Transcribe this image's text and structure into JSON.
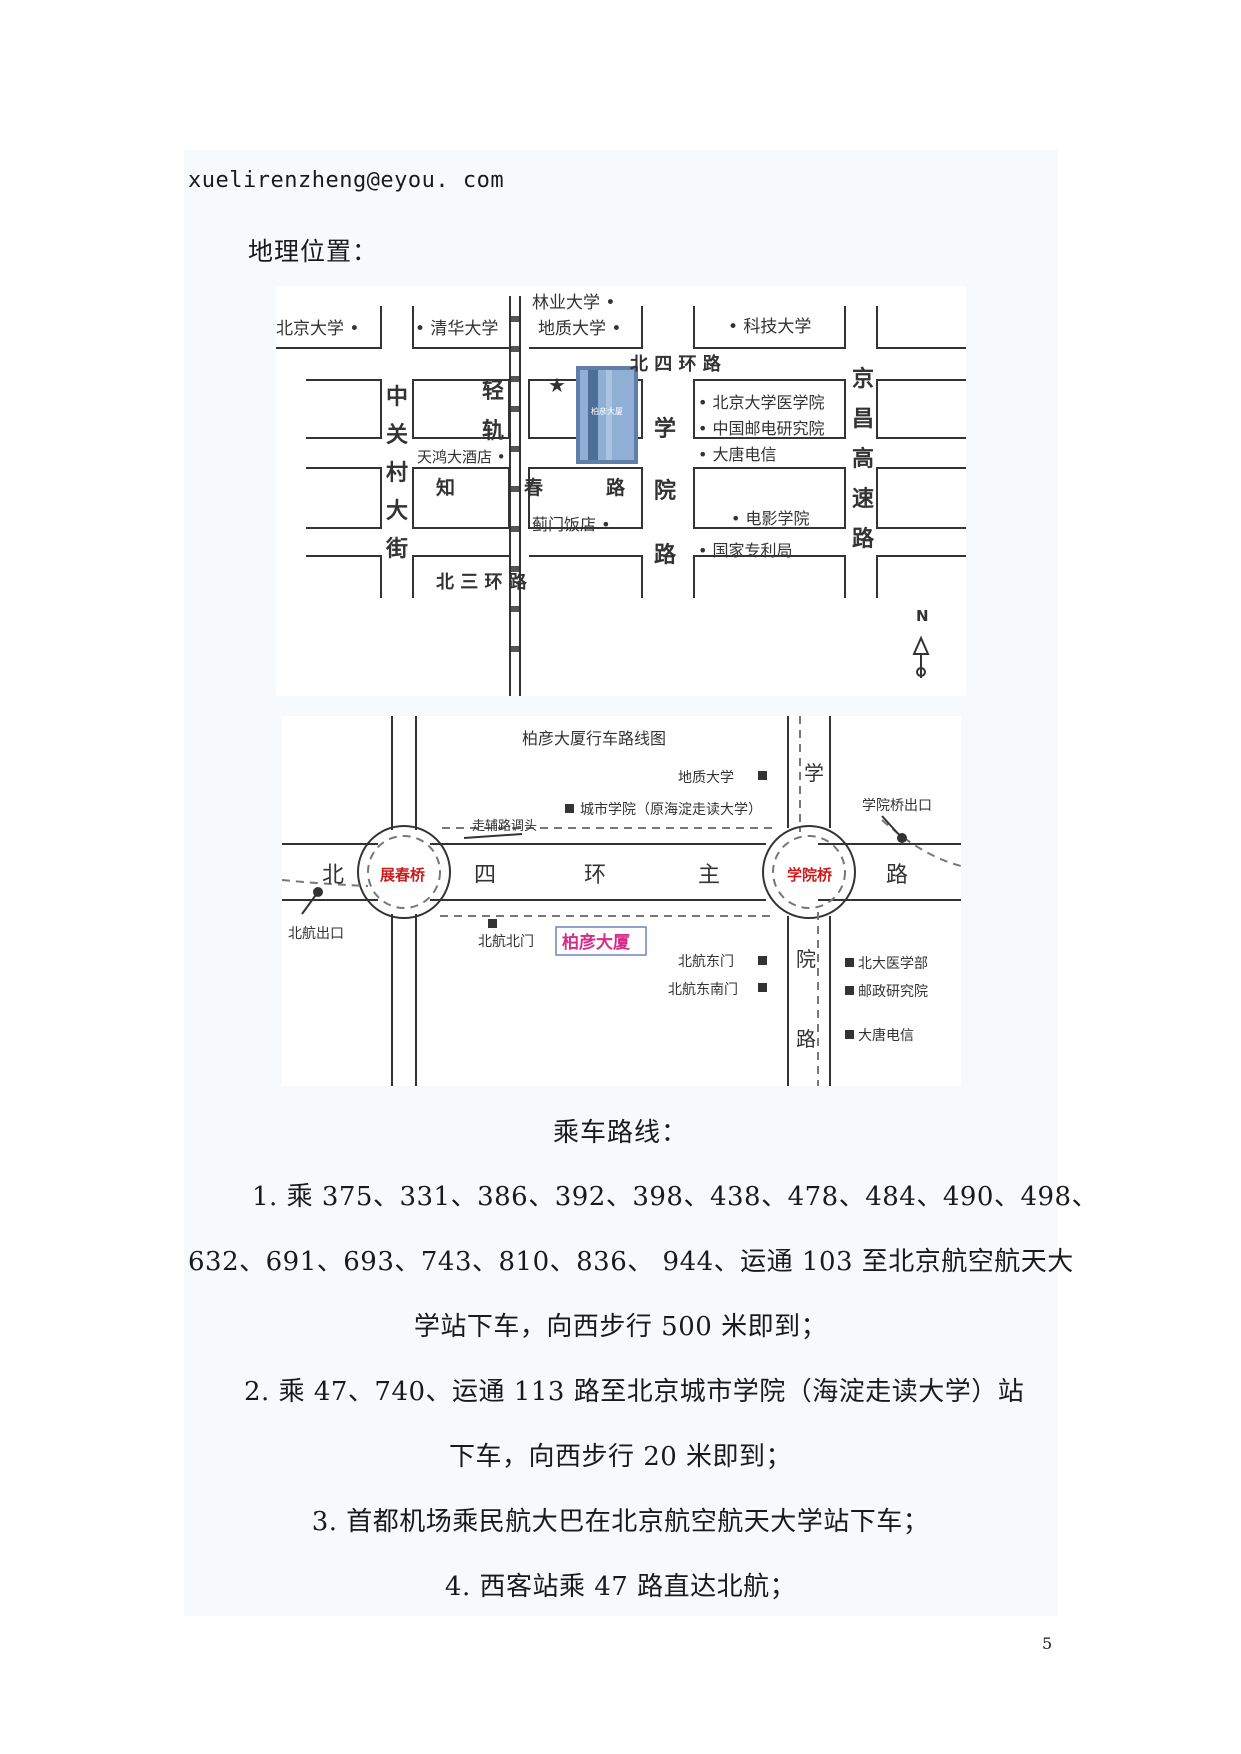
{
  "header": {
    "email": "xuelirenzheng@eyou. com"
  },
  "location": {
    "heading": "地理位置："
  },
  "map1": {
    "labels": {
      "pku": "北京大学 •",
      "tsinghua": "• 清华大学",
      "forestry": "林业大学 •",
      "geo_univ": "地质大学 •",
      "sci_tech": "• 科技大学",
      "north_4th": "北 四 环 路",
      "zgc": [
        "中",
        "关",
        "村",
        "大",
        "街"
      ],
      "light_rail": [
        "轻",
        "轨"
      ],
      "tianhong": "天鸿大酒店 •",
      "xueyuan": [
        "学",
        "院",
        "路"
      ],
      "med_school": "• 北京大学医学院",
      "post_inst": "• 中国邮电研究院",
      "datang": "• 大唐电信",
      "jingchang": [
        "京",
        "昌",
        "高",
        "速",
        "路"
      ],
      "zhichun_a": "知",
      "zhichun_b": "春",
      "zhichun_c": "路",
      "jimen": "蓟门饭店 •",
      "film": "• 电影学院",
      "patent": "• 国家专利局",
      "north_3rd": "北 三 环 路",
      "building_sign": "柏彦大厦",
      "star": "★",
      "compass_n": "N"
    }
  },
  "map2": {
    "labels": {
      "title": "柏彦大厦行车路线图",
      "geo_univ": "地质大学",
      "city_college": "城市学院（原海淀走读大学）",
      "xue": "学",
      "xueyuan_exit": "学院桥出口",
      "uturn": "走辅路调头",
      "bei": "北",
      "zhanchun": "展春桥",
      "si": "四",
      "huan": "环",
      "zhu": "主",
      "xueyuan_bridge": "学院桥",
      "lu": "路",
      "buaa_exit": "北航出口",
      "buaa_north_gate": "北航北门",
      "baiyan": "柏彦大厦",
      "buaa_east_gate": "北航东门",
      "buaa_se_gate": "北航东南门",
      "yuan": "院",
      "lu2": "路",
      "pku_med": "北大医学部",
      "post_inst": "邮政研究院",
      "datang": "大唐电信"
    }
  },
  "routes": {
    "title": "乘车路线：",
    "r1_line1": "1. 乘 375、331、386、392、398、438、478、484、490、498、",
    "r1_line2": "632、691、693、743、810、836、  944、运通 103 至北京航空航天大",
    "r1_line3": "学站下车，向西步行 500 米即到；",
    "r2_line1": "2. 乘 47、740、运通 113 路至北京城市学院（海淀走读大学）站",
    "r2_line2": "下车，向西步行 20 米即到；",
    "r3": "3. 首都机场乘民航大巴在北京航空航天大学站下车；",
    "r4": "4. 西客站乘 47 路直达北航；"
  },
  "footer": {
    "page_number": "5"
  }
}
